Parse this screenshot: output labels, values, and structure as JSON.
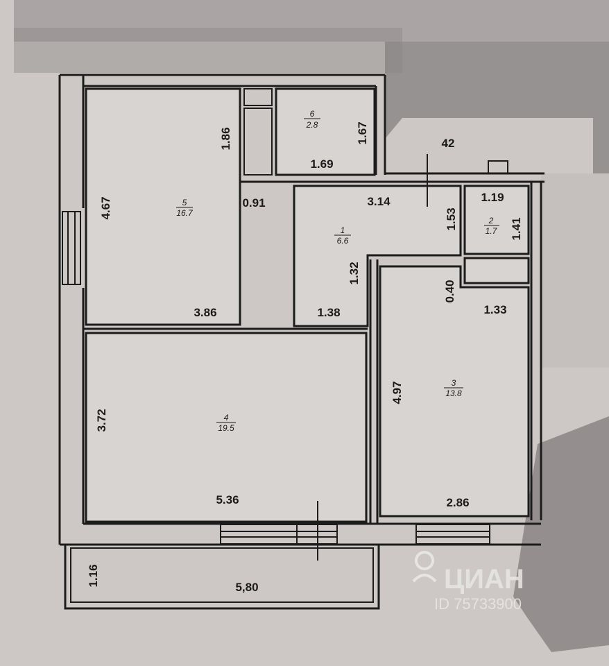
{
  "rooms": [
    {
      "number": "5",
      "area": "16.7"
    },
    {
      "number": "6",
      "area": "2.8"
    },
    {
      "number": "1",
      "area": "6.6"
    },
    {
      "number": "2",
      "area": "1.7"
    },
    {
      "number": "4",
      "area": "19.5"
    },
    {
      "number": "3",
      "area": "13.8"
    }
  ],
  "dimensions": {
    "r5_height": "4.67",
    "r5_width": "3.86",
    "r5_niche": "1.86",
    "r5_opening": "0.91",
    "r6_height": "1.67",
    "r6_width": "1.69",
    "corridor_mark": "42",
    "r1_width": "3.14",
    "r1_height": "1.53",
    "r1_lower": "1.32",
    "r1_bottom": "1.38",
    "r2_width": "1.19",
    "r2_height": "1.41",
    "r3_gap": "0.40",
    "r3_niche_width": "1.33",
    "r3_height": "4.97",
    "r3_width": "2.86",
    "r4_height": "3.72",
    "r4_width": "5.36",
    "balcony_depth": "1.16",
    "balcony_width": "5,80"
  },
  "watermark": {
    "brand": "ЦИАН",
    "id": "ID 75733900"
  },
  "colors": {
    "background": "#cdc8c5",
    "room_fill": "#d8d4d1",
    "wall": "#1c1c1c",
    "mask": "#8a8584"
  }
}
